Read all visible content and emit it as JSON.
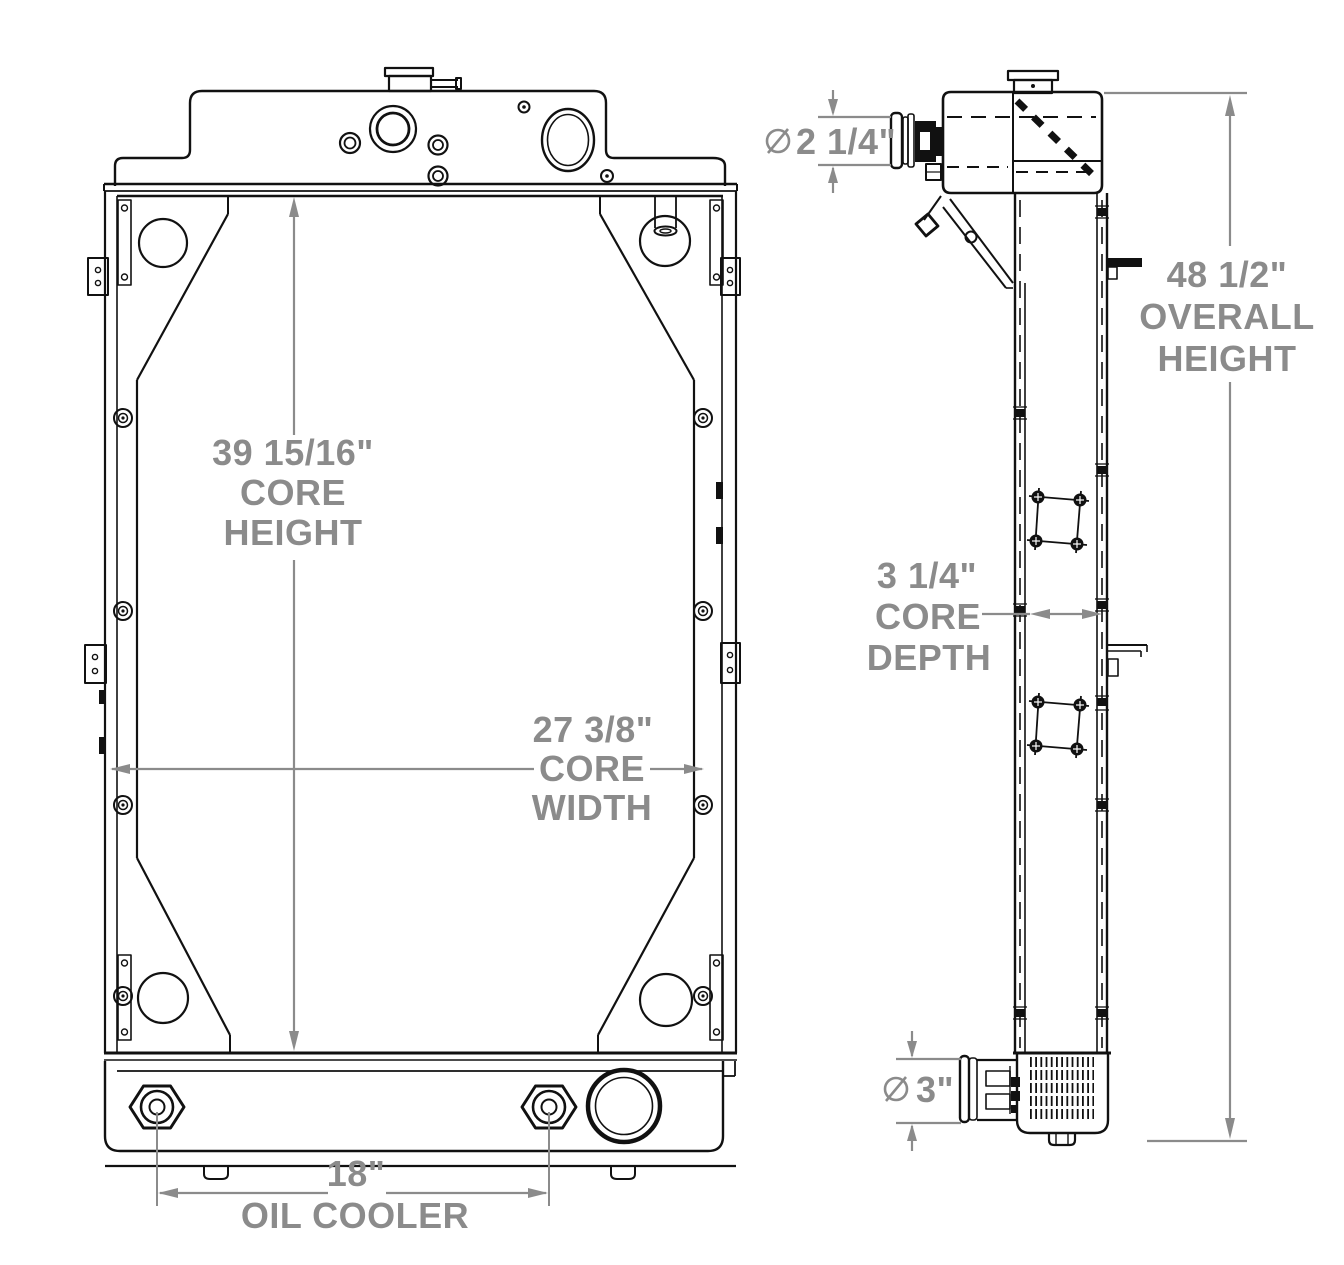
{
  "drawing": {
    "description": "Radiator engineering drawing, front view and side view",
    "colors": {
      "line": "#111111",
      "dimension": "#8b8b8b",
      "background": "#ffffff"
    },
    "dims": {
      "core_height": {
        "value": "39 15/16\"",
        "label1": "CORE",
        "label2": "HEIGHT"
      },
      "core_width": {
        "value": "27 3/8\"",
        "label1": "CORE",
        "label2": "WIDTH"
      },
      "oil_cooler": {
        "value": "18\"",
        "label1": "OIL COOLER"
      },
      "overall_height": {
        "value": "48 1/2\"",
        "label1": "OVERALL",
        "label2": "HEIGHT"
      },
      "core_depth": {
        "value": "3 1/4\"",
        "label1": "CORE",
        "label2": "DEPTH"
      },
      "inlet_diameter": {
        "symbol": "⌀",
        "value": "2 1/4\""
      },
      "outlet_diameter": {
        "symbol": "⌀",
        "value": "3\""
      }
    }
  }
}
